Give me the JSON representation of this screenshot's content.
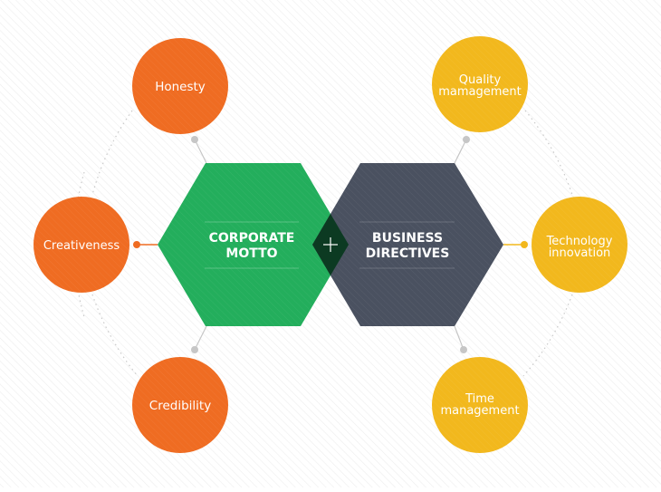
{
  "colors": {
    "background": "#ffffff",
    "stripe": "#ececec",
    "orange": "#ef6c22",
    "yellow": "#f2b81d",
    "green": "#23ae5c",
    "slate": "#4a5160",
    "overlap": "#0c3a22",
    "connector": "#c6c6c6",
    "dot_line": "#cfcfcf"
  },
  "center": {
    "left_hexagon": {
      "line1": "CORPORATE",
      "line2": "MOTTO"
    },
    "right_hexagon": {
      "line1": "BUSINESS",
      "line2": "DIRECTIVES"
    },
    "plus_icon": "plus-icon"
  },
  "motto_items": [
    {
      "label": "Honesty"
    },
    {
      "label": "Creativeness"
    },
    {
      "label": "Credibility"
    }
  ],
  "directive_items": [
    {
      "line1": "Quality",
      "line2": "mamagement"
    },
    {
      "line1": "Technology",
      "line2": "innovation"
    },
    {
      "line1": "Time",
      "line2": "management"
    }
  ]
}
